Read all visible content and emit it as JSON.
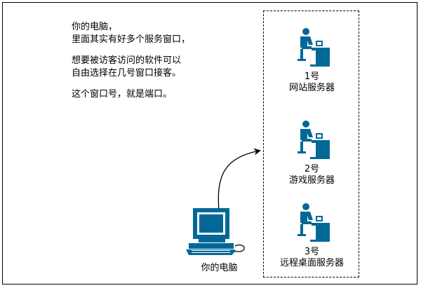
{
  "intro": {
    "line1": "你的电脑，",
    "line2": "里面其实有好多个服务窗口，",
    "line3": "想要被访客访问的软件可以",
    "line4": "自由选择在几号窗口接客。",
    "line5": "这个窗口号，就是端口。"
  },
  "servers": [
    {
      "number": "1号",
      "name": "网站服务器"
    },
    {
      "number": "2号",
      "name": "游戏服务器"
    },
    {
      "number": "3号",
      "name": "远程桌面服务器"
    }
  ],
  "client": {
    "label": "你的电脑"
  },
  "colors": {
    "icon": "#036897",
    "line": "#000000"
  }
}
